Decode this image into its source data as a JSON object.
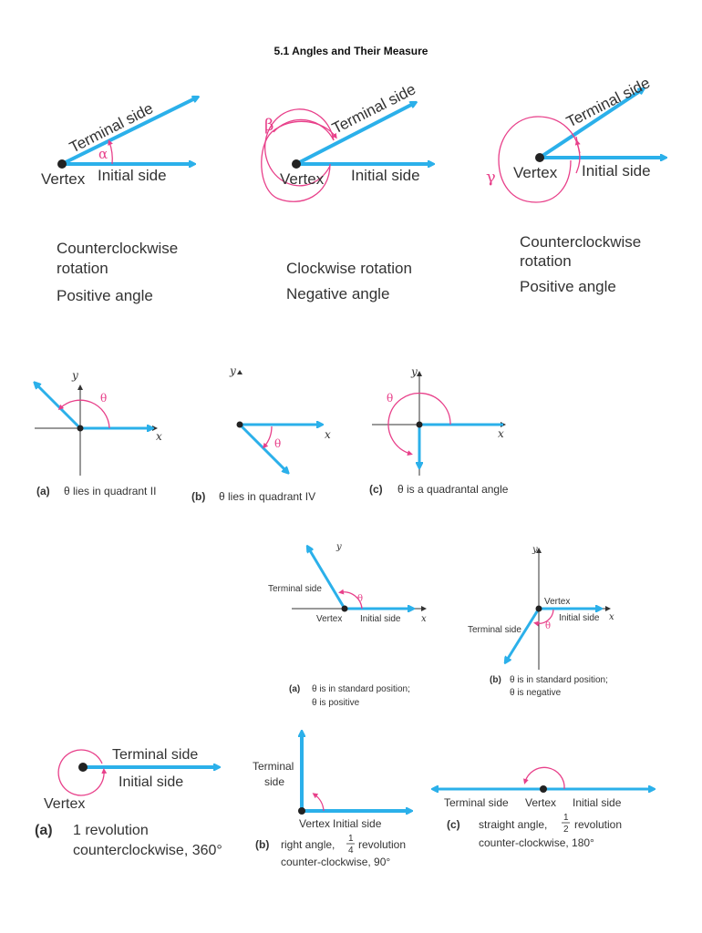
{
  "title": "5.1 Angles and Their Measure",
  "row1": {
    "fig1": {
      "terminal": "Terminal side",
      "initial": "Initial side",
      "vertex": "Vertex",
      "angle": "α",
      "desc1": "Counterclockwise",
      "desc2": "rotation",
      "sign": "Positive angle"
    },
    "fig2": {
      "terminal": "Terminal side",
      "initial": "Initial side",
      "vertex": "Vertex",
      "angle": "β",
      "desc1": "Clockwise rotation",
      "sign": "Negative angle"
    },
    "fig3": {
      "terminal": "Terminal side",
      "initial": "Initial side",
      "vertex": "Vertex",
      "angle": "γ",
      "desc1": "Counterclockwise",
      "desc2": "rotation",
      "sign": "Positive angle"
    }
  },
  "row2": {
    "a": {
      "y": "y",
      "x": "x",
      "theta": "θ",
      "tag": "(a)",
      "caption": "θ lies in quadrant II"
    },
    "b": {
      "y": "y",
      "x": "x",
      "theta": "θ",
      "tag": "(b)",
      "caption": "θ lies in quadrant IV"
    },
    "c": {
      "y": "y",
      "x": "x",
      "theta": "θ",
      "tag": "(c)",
      "caption": "θ is a quadrantal angle"
    }
  },
  "row3": {
    "a": {
      "y": "y",
      "x": "x",
      "theta": "θ",
      "terminal": "Terminal side",
      "vertex": "Vertex",
      "initial": "Initial side",
      "tag": "(a)",
      "line1": "θ is in standard position;",
      "line2": "θ is positive"
    },
    "b": {
      "y": "y",
      "x": "x",
      "theta": "θ",
      "terminal": "Terminal side",
      "vertex": "Vertex",
      "initial": "Initial side",
      "tag": "(b)",
      "line1": "θ is in standard position;",
      "line2": "θ is negative"
    }
  },
  "row4": {
    "a": {
      "terminal": "Terminal side",
      "initial": "Initial side",
      "vertex": "Vertex",
      "tag": "(a)",
      "line1": "1 revolution",
      "line2": "counterclockwise, 360°"
    },
    "b": {
      "terminal1": "Terminal",
      "terminal2": "side",
      "vertex": "Vertex",
      "initial": "Initial side",
      "tag": "(b)",
      "prefix": "right angle,",
      "num": "1",
      "den": "4",
      "suffix": "revolution",
      "line2": "counter-clockwise, 90°"
    },
    "c": {
      "terminal": "Terminal side",
      "vertex": "Vertex",
      "initial": "Initial side",
      "tag": "(c)",
      "prefix": "straight angle,",
      "num": "1",
      "den": "2",
      "suffix": "revolution",
      "line2": "counter-clockwise, 180°"
    }
  },
  "colors": {
    "side": "#2bb0ea",
    "angle": "#e8408a"
  }
}
